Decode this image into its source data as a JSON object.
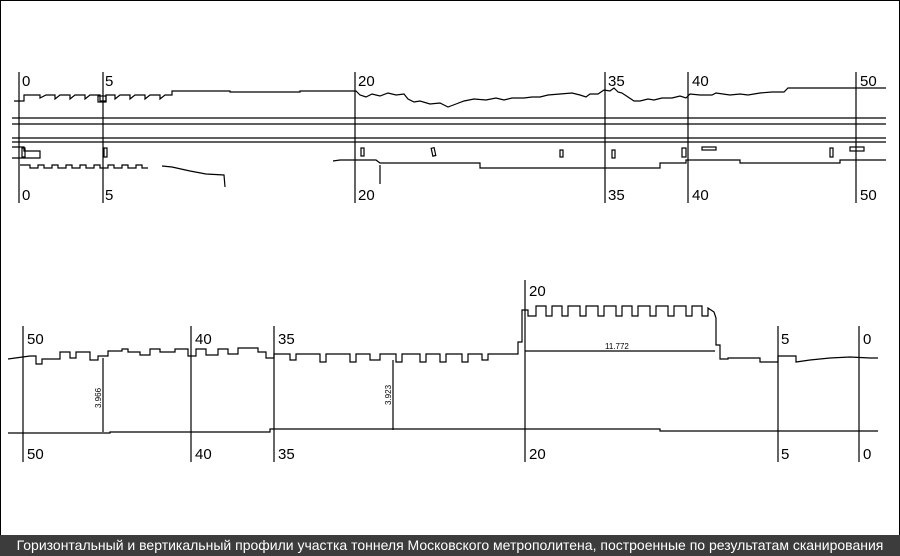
{
  "caption": "Горизонтальный и вертикальный профили участка тоннеля Московского метрополитена, построенные по результатам сканирования",
  "plan_view": {
    "stations_top": [
      "0",
      "5",
      "20",
      "35",
      "40",
      "50"
    ],
    "stations_bottom": [
      "0",
      "5",
      "20",
      "35",
      "40",
      "50"
    ]
  },
  "vertical_profile": {
    "stations_top": [
      "50",
      "40",
      "35",
      "20",
      "5",
      "0"
    ],
    "stations_bottom": [
      "50",
      "40",
      "35",
      "20",
      "5",
      "0"
    ],
    "dimensions": [
      "3.966",
      "3.923",
      "11.772"
    ]
  }
}
